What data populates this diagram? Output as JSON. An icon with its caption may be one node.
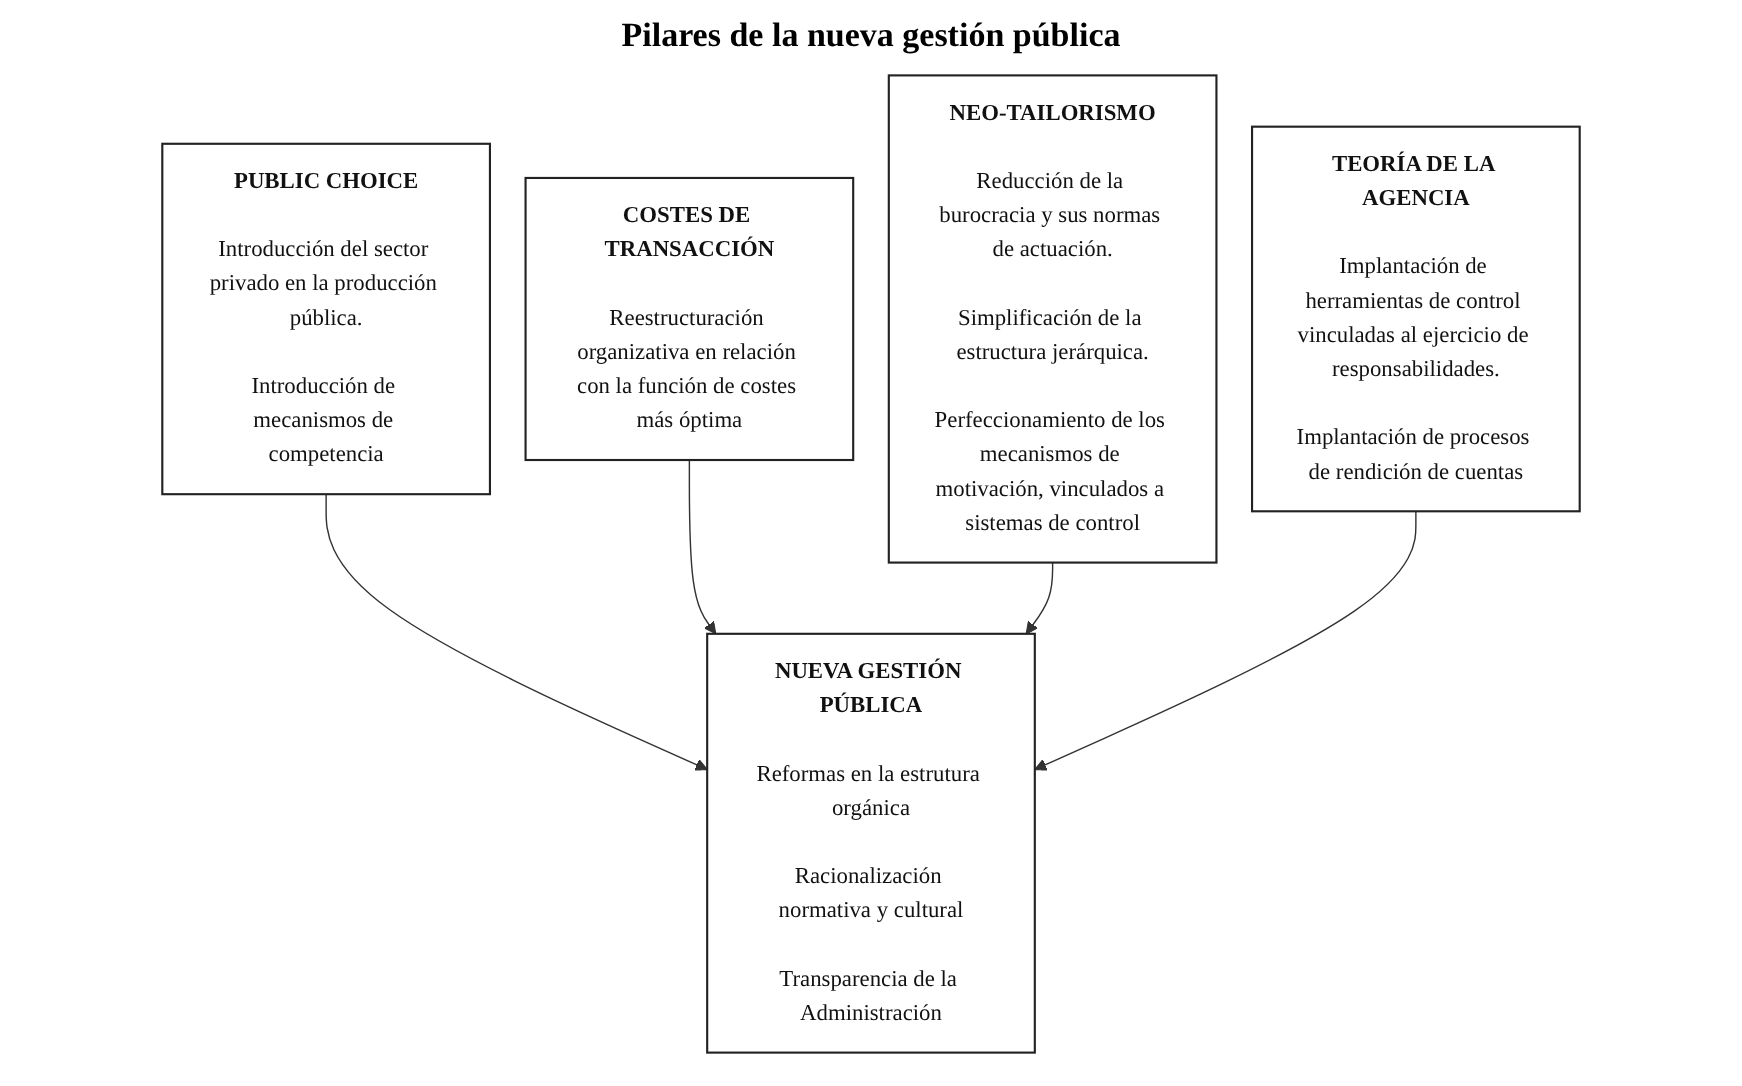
{
  "diagram": {
    "title": "Pilares de la nueva gestión pública",
    "nodes": [
      {
        "text": [
          "PUBLIC CHOICE",
          "Introducción del sector privado en la producción pública.",
          "Introducción de mecanismos de competencia"
        ]
      },
      {
        "text": [
          "COSTES DE TRANSACCIÓN",
          "Reestructuración organizativa en relación con la función de costes más óptima"
        ]
      },
      {
        "text": [
          "NEO-TAILORISMO",
          "Reducción de la burocracia y sus normas de actuación.",
          "Simplificación de la estructura jerárquica.",
          "Perfeccionamiento de los mecanismos de motivación, vinculados a sistemas de control"
        ]
      },
      {
        "text": [
          "TEORÍA DE LA AGENCIA",
          "Implantación de herramientas de control vinculadas al ejercicio de responsabilidades.",
          "Implantación de procesos de rendición de cuentas"
        ]
      },
      {
        "text": [
          "NUEVA GESTIÓN PÚBLICA",
          "Reformas en la estrutura orgánica",
          "Racionalización normativa y cultural",
          "Transparencia de la Administración"
        ]
      }
    ],
    "edges": [
      {
        "from": 0,
        "to": 4,
        "arrow": "to"
      },
      {
        "from": 1,
        "to": 4,
        "arrow": "to"
      },
      {
        "from": 2,
        "to": 4,
        "arrow": "to"
      },
      {
        "from": 3,
        "to": 4,
        "arrow": "to"
      }
    ]
  }
}
